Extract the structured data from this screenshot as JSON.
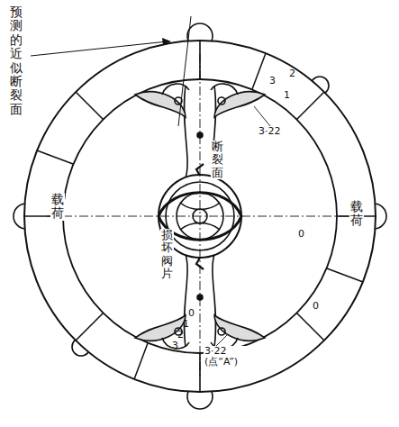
{
  "diagram": {
    "labels": [
      "预测的近似断裂面",
      "载荷",
      "载荷",
      "断裂面",
      "损坏阀片",
      "3·22",
      "3·22 (点“A”)",
      "3",
      "2",
      "1",
      "0",
      "0",
      "3",
      "2",
      "1",
      "0"
    ]
  }
}
